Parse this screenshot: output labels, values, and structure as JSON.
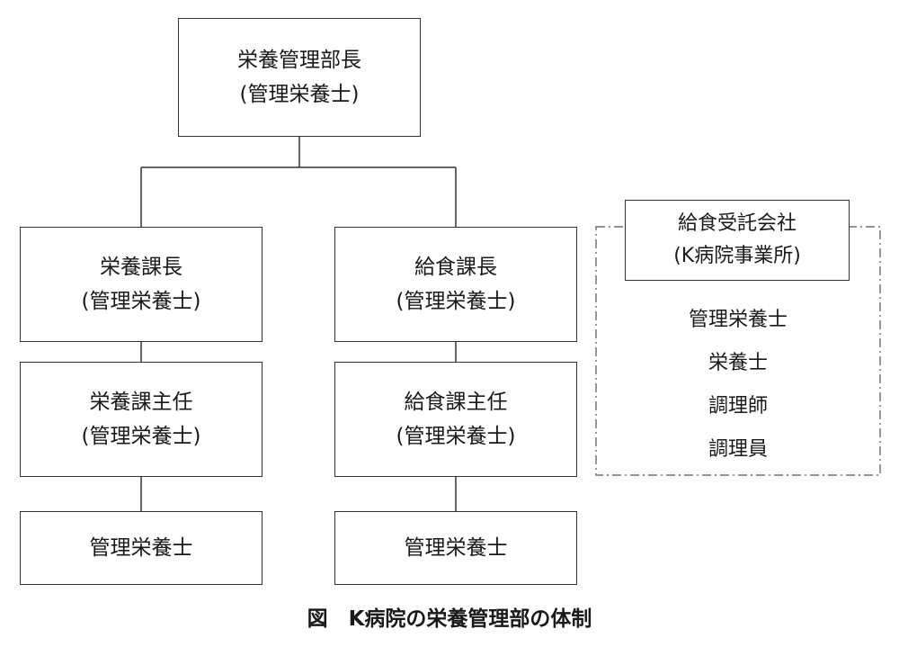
{
  "org_chart": {
    "director": {
      "title": "栄養管理部長",
      "qualification": "(管理栄養士)"
    },
    "nutrition_branch": {
      "chief": {
        "title": "栄養課長",
        "qualification": "(管理栄養士)"
      },
      "supervisor": {
        "title": "栄養課主任",
        "qualification": "(管理栄養士)"
      },
      "staff": {
        "title": "管理栄養士"
      }
    },
    "food_service_branch": {
      "chief": {
        "title": "給食課長",
        "qualification": "(管理栄養士)"
      },
      "supervisor": {
        "title": "給食課主任",
        "qualification": "(管理栄養士)"
      },
      "staff": {
        "title": "管理栄養士"
      }
    },
    "contractor": {
      "name": "給食受託会社",
      "office": "(K病院事業所)",
      "staff": [
        "管理栄養士",
        "栄養士",
        "調理師",
        "調理員"
      ]
    }
  },
  "caption": "図　K病院の栄養管理部の体制",
  "colors": {
    "line": "#333333",
    "text": "#1a1a1a",
    "background": "#ffffff"
  }
}
